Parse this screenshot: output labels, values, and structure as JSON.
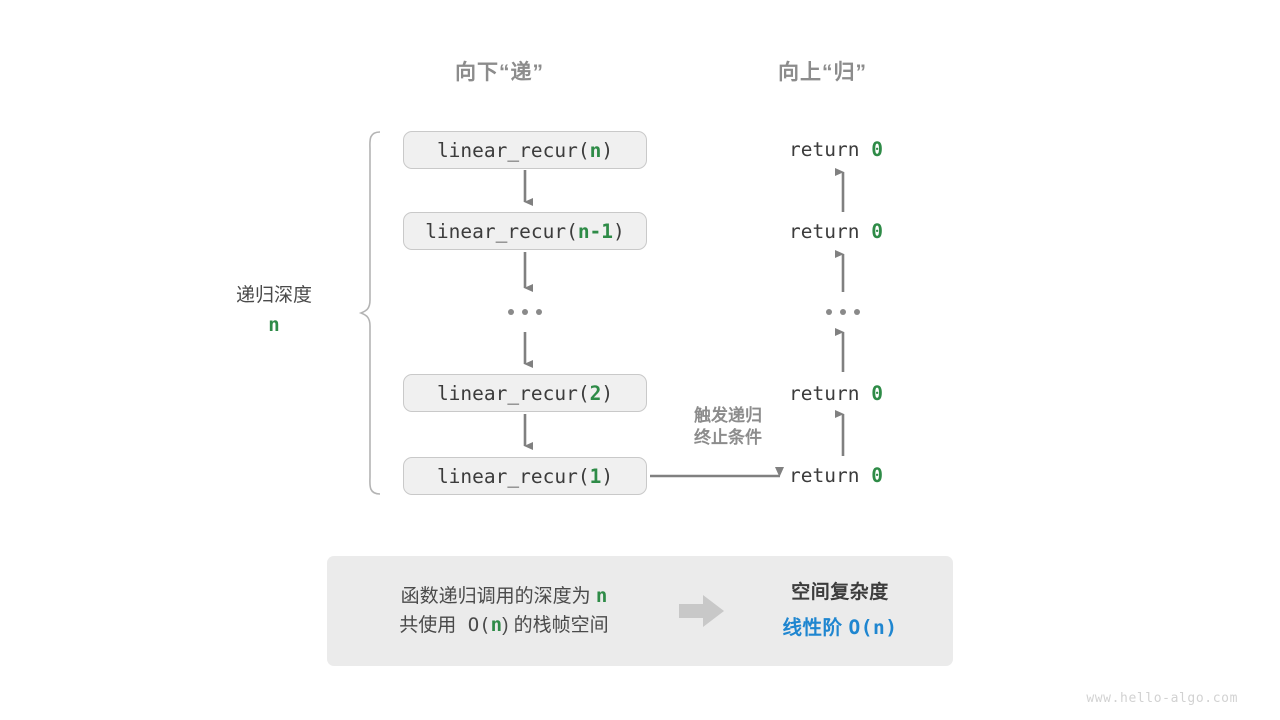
{
  "headers": {
    "down": "向下“递”",
    "up": "向上“归”"
  },
  "depth_label": {
    "text": "递归深度",
    "value": "n"
  },
  "call_stack": [
    {
      "prefix": "linear_recur(",
      "arg": "n",
      "suffix": ")"
    },
    {
      "prefix": "linear_recur(",
      "arg": "n-1",
      "suffix": ")"
    },
    {
      "ellipsis": "..."
    },
    {
      "prefix": "linear_recur(",
      "arg": "2",
      "suffix": ")"
    },
    {
      "prefix": "linear_recur(",
      "arg": "1",
      "suffix": ")"
    }
  ],
  "returns": [
    {
      "text": "return ",
      "value": "0"
    },
    {
      "text": "return ",
      "value": "0"
    },
    {
      "ellipsis": "..."
    },
    {
      "text": "return ",
      "value": "0"
    },
    {
      "text": "return ",
      "value": "0"
    }
  ],
  "trigger_note": {
    "line1": "触发递归",
    "line2": "终止条件"
  },
  "summary": {
    "left_line1_a": "函数递归调用的深度为 ",
    "left_line1_n": "n",
    "left_line2_a": "共使用 O(",
    "left_line2_n": "n",
    "left_line2_b": ") 的栈帧空间",
    "right_title": "空间复杂度",
    "right_value_a": "线性阶 ",
    "right_value_b": "O(n)"
  },
  "watermark": "www.hello-algo.com",
  "colors": {
    "green": "#2e8b47",
    "blue": "#1f86d0",
    "gray_text": "#4a4a4a",
    "gray_muted": "#8c8c8c",
    "box_fill": "#f0f0f0",
    "box_border": "#c9c9c9",
    "summary_fill": "#ebebeb",
    "arrow": "#808080",
    "brace": "#b4b4b4",
    "block_arrow": "#c8c8c8"
  }
}
